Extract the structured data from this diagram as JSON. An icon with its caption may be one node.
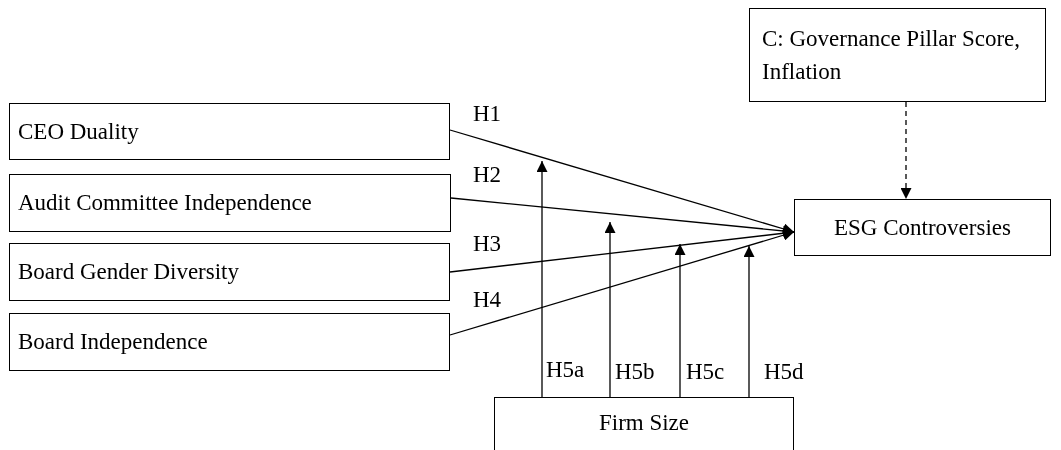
{
  "diagram": {
    "nodes": [
      {
        "text": [
          "CEO Duality"
        ]
      },
      {
        "text": [
          "Audit Committee Independence"
        ]
      },
      {
        "text": [
          "Board Gender Diversity"
        ]
      },
      {
        "text": [
          "Board Independence"
        ]
      },
      {
        "text": [
          "C: Governance Pillar Score, Inflation"
        ]
      },
      {
        "text": [
          "ESG Controversies"
        ]
      },
      {
        "text": [
          "Firm Size"
        ]
      }
    ],
    "edges": [
      {
        "from": 0,
        "to": 5,
        "arrow": "to",
        "label": "H1"
      },
      {
        "from": 1,
        "to": 5,
        "arrow": "to",
        "label": "H2"
      },
      {
        "from": 2,
        "to": 5,
        "arrow": "to",
        "label": "H3"
      },
      {
        "from": 3,
        "to": 5,
        "arrow": "to",
        "label": "H4"
      },
      {
        "from": 4,
        "to": 5,
        "arrow": "to",
        "style": "dashed"
      },
      {
        "from": 6,
        "to": null,
        "arrow": "to",
        "label": "H5a"
      },
      {
        "from": 6,
        "to": null,
        "arrow": "to",
        "label": "H5b"
      },
      {
        "from": 6,
        "to": null,
        "arrow": "to",
        "label": "H5c"
      },
      {
        "from": 6,
        "to": null,
        "arrow": "to",
        "label": "H5d"
      }
    ]
  }
}
